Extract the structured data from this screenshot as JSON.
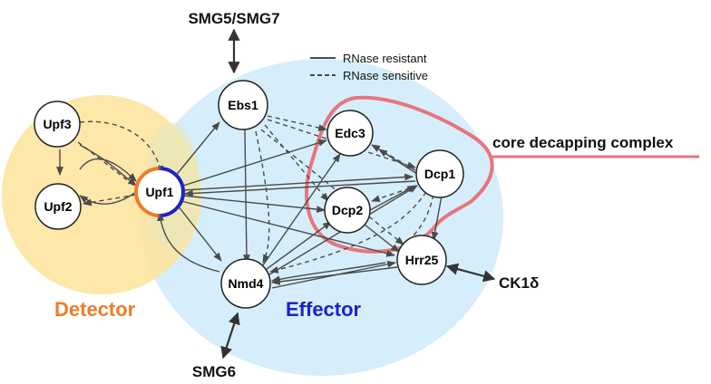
{
  "regions": {
    "detector": {
      "label": "Detector",
      "color": "#f07c28",
      "fill": "#fde39a"
    },
    "effector": {
      "label": "Effector",
      "color": "#1a23c8",
      "fill": "#d6eefb"
    }
  },
  "legend": {
    "resistant": "RNase resistant",
    "sensitive": "RNase sensitive"
  },
  "complex": {
    "label": "core decapping complex",
    "color": "#e8757a"
  },
  "nodes": {
    "upf3": "Upf3",
    "upf2": "Upf2",
    "upf1": "Upf1",
    "ebs1": "Ebs1",
    "edc3": "Edc3",
    "dcp1": "Dcp1",
    "dcp2": "Dcp2",
    "nmd4": "Nmd4",
    "hrr25": "Hrr25"
  },
  "external": {
    "smg57": "SMG5/SMG7",
    "smg6": "SMG6",
    "ck1d": "CK1δ"
  },
  "colors": {
    "edge": "#4a4a4a",
    "upf1_ring_left": "#f07c28",
    "upf1_ring_right": "#1a23c8"
  }
}
